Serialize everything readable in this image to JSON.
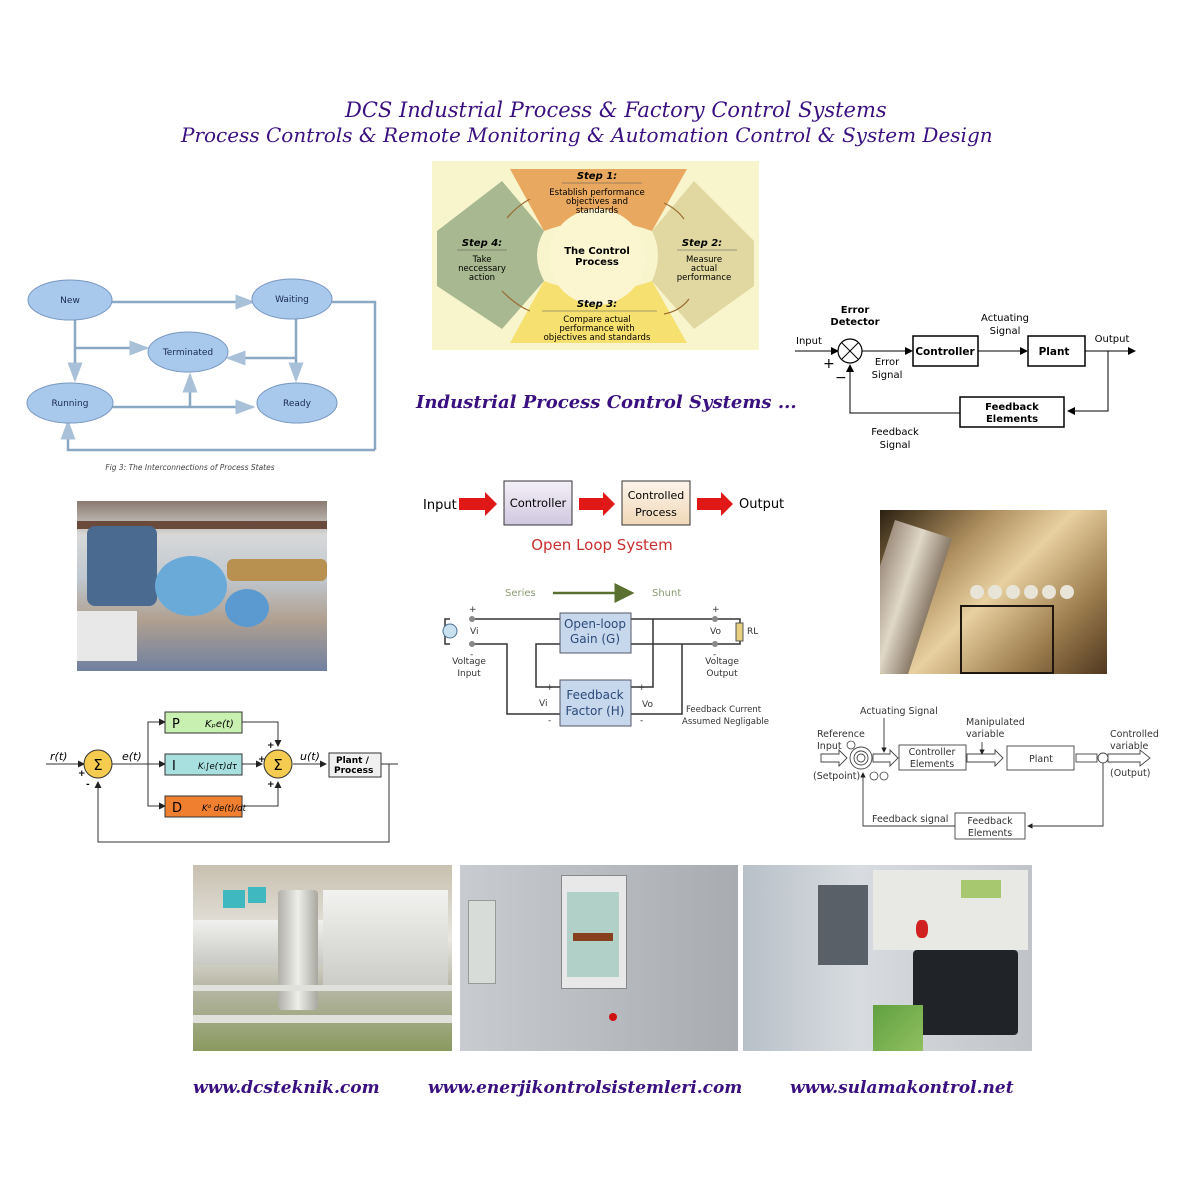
{
  "header": {
    "title": "DCS  Industrial Process & Factory Control Systems",
    "subtitle": "Process Controls & Remote Monitoring & Automation Control  & System Design"
  },
  "section_title": "Industrial Process Control Systems ...",
  "control_process_wheel": {
    "center": [
      "The Control",
      "Process"
    ],
    "steps": [
      {
        "title": "Step 1:",
        "lines": [
          "Establish performance",
          "objectives and",
          "standards"
        ],
        "color": "#e8a860"
      },
      {
        "title": "Step 2:",
        "lines": [
          "Measure",
          "actual",
          "performance"
        ],
        "color": "#e0d8a0"
      },
      {
        "title": "Step 3:",
        "lines": [
          "Compare actual",
          "performance with",
          "objectives and standards"
        ],
        "color": "#f5e070"
      },
      {
        "title": "Step 4:",
        "lines": [
          "Take",
          "neccessary",
          "action"
        ],
        "color": "#a8b890"
      }
    ]
  },
  "process_states": {
    "states": [
      "New",
      "Waiting",
      "Terminated",
      "Running",
      "Ready"
    ],
    "caption": "Fig 3: The Interconnections of Process States",
    "node_color": "#a8c8ec"
  },
  "closed_loop": {
    "error_detector": [
      "Error",
      "Detector"
    ],
    "input": "Input",
    "plus": "+",
    "minus": "−",
    "error_signal": [
      "Error",
      "Signal"
    ],
    "controller": "Controller",
    "actuating_signal": [
      "Actuating",
      "Signal"
    ],
    "plant": "Plant",
    "output": "Output",
    "feedback_elements": [
      "Feedback",
      "Elements"
    ],
    "feedback_signal": [
      "Feedback",
      "Signal"
    ]
  },
  "open_loop": {
    "input": "Input",
    "controller": "Controller",
    "controlled_process": [
      "Controlled",
      "Process"
    ],
    "output": "Output",
    "caption": "Open Loop System",
    "arrow_color": "#e01818",
    "caption_color": "#c83030"
  },
  "feedback_amp": {
    "series": "Series",
    "shunt": "Shunt",
    "open_loop_gain": [
      "Open-loop",
      "Gain (G)"
    ],
    "feedback_factor": [
      "Feedback",
      "Factor (H)"
    ],
    "vi": "Vi",
    "vo": "Vo",
    "rl": "RL",
    "voltage_input": [
      "Voltage",
      "Input"
    ],
    "voltage_output": [
      "Voltage",
      "Output"
    ],
    "feedback_note": [
      "Feedback Current",
      "Assumed Negligable"
    ],
    "plus": "+",
    "minus": "-"
  },
  "pid": {
    "r": "r(t)",
    "e": "e(t)",
    "u": "u(t)",
    "sigma": "Σ",
    "p_label": "P",
    "p_expr": "Kₚe(t)",
    "i_label": "I",
    "i_expr": "Kᵢ∫e(τ)dτ",
    "d_label": "D",
    "d_expr": "Kᵈ de(t)/dt",
    "plant": [
      "Plant /",
      "Process"
    ],
    "plus": "+",
    "minus": "-"
  },
  "generic_loop": {
    "actuating_signal": "Actuating Signal",
    "reference_input": [
      "Reference",
      "Input"
    ],
    "setpoint": "(Setpoint)",
    "controller_elements": [
      "Controller",
      "Elements"
    ],
    "manipulated_variable": [
      "Manipulated",
      "variable"
    ],
    "plant": "Plant",
    "controlled_variable": [
      "Controlled",
      "variable"
    ],
    "output": "(Output)",
    "feedback_signal": "Feedback signal",
    "feedback_elements": [
      "Feedback",
      "Elements"
    ]
  },
  "photos": [
    {
      "subject": "blue valve actuator on pipe"
    },
    {
      "subject": "industrial plant pipes with pressure gauges"
    },
    {
      "subject": "flow meter transmitters on pipeline"
    },
    {
      "subject": "control cabinet HMI touch panel"
    },
    {
      "subject": "CNC control panel"
    }
  ],
  "footer": {
    "links": [
      "www.dcsteknik.com",
      "www.enerjikontrolsistemleri.com",
      "www.sulamakontrol.net"
    ]
  }
}
